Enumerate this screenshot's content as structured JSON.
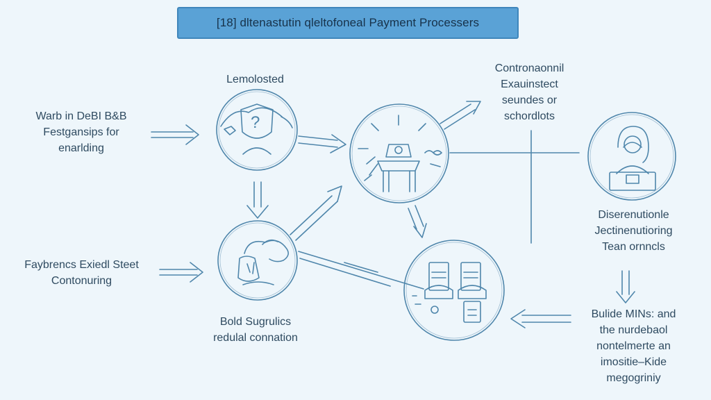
{
  "title": "[18] dltenastutin qleltofoneal Payment Processers",
  "labels": {
    "left_top": [
      "Warb in DeBI B&B",
      "Festgansips for",
      "enarlding"
    ],
    "left_bottom": [
      "Faybrencs Exiedl Steet",
      "Contonuring"
    ],
    "top_center": [
      "Lemolosted"
    ],
    "top_right": [
      "Contronaonnil",
      "Exauinstect",
      "seundes or",
      "schordlots"
    ],
    "bottom_center": [
      "Bold Sugrulics",
      "redulal connation"
    ],
    "right_middle": [
      "Diserenutionle",
      "Jectinenutioring",
      "Tean ornncls"
    ],
    "right_bottom": [
      "Bulide MINs: and",
      "the nurdebaol",
      "nontelmerte an",
      "imositie–Kide",
      "megogriniy"
    ]
  },
  "icons": [
    "question-person-icon",
    "plant-pot-icon",
    "desk-computer-icon",
    "support-woman-icon",
    "team-documents-icon"
  ],
  "colors": {
    "background": "#eef6fb",
    "line": "#4f86ab",
    "title_fill": "#5aa2d6",
    "text": "#2e4a60"
  }
}
